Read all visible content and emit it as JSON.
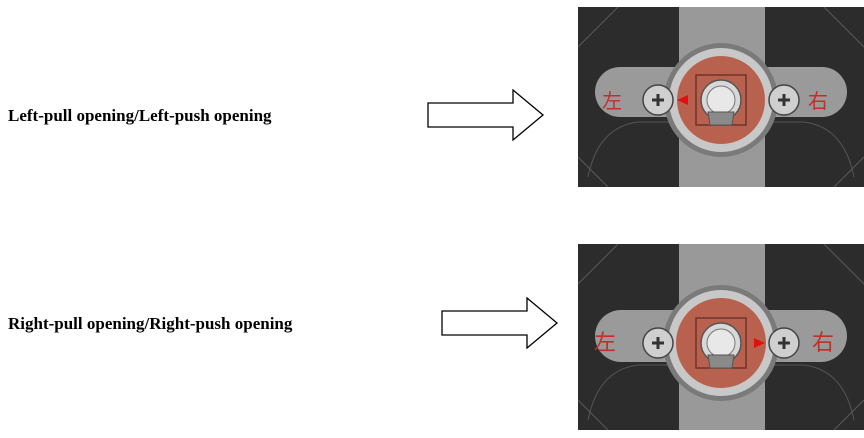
{
  "rows": [
    {
      "label": "Left-pull opening/Left-push opening",
      "left_char": "左",
      "right_char": "右",
      "indicator_direction": "left"
    },
    {
      "label": "Right-pull opening/Right-push opening",
      "left_char": "左",
      "right_char": "右",
      "indicator_direction": "right"
    }
  ],
  "colors": {
    "text_chinese": "#c0302a",
    "indicator": "#e01010",
    "knob_red": "#b9614f",
    "panel_dark": "#2c2c2c",
    "plate_gray": "#9a9a9a"
  }
}
